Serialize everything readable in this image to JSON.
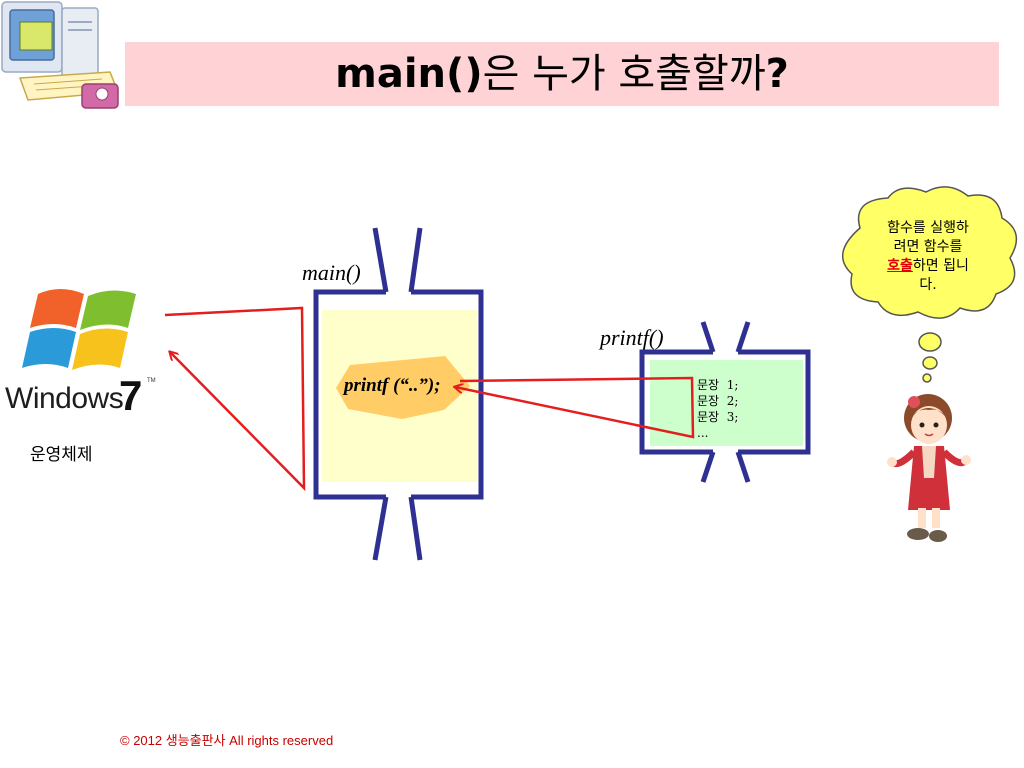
{
  "title": {
    "code": "main()",
    "text": "은 누가 호출할까",
    "mark": "?"
  },
  "os": {
    "logo_word": "Windows",
    "logo_number": "7",
    "logo_tm": "TM",
    "label": "운영체제"
  },
  "main_box": {
    "label": "main()",
    "call": "printf (“..”);"
  },
  "printf_box": {
    "label": "printf()",
    "statements": [
      "문장  1;",
      "문장  2;",
      "문장  3;",
      "..."
    ]
  },
  "bubble": {
    "line1": "함수를 실행하",
    "line2": "려면 함수를",
    "highlight": "호출",
    "line3_rest": "하면 됩니",
    "line4": "다."
  },
  "footer": {
    "copyright": "© 2012 생능출판사  All rights reserved"
  },
  "colors": {
    "box_stroke": "#2e3192",
    "arrow": "#e41e1e",
    "main_fill": "#ffffcc",
    "printf_fill": "#ccffcc",
    "call_fill": "#ffcc66",
    "title_bg": "#ffd3d5"
  }
}
